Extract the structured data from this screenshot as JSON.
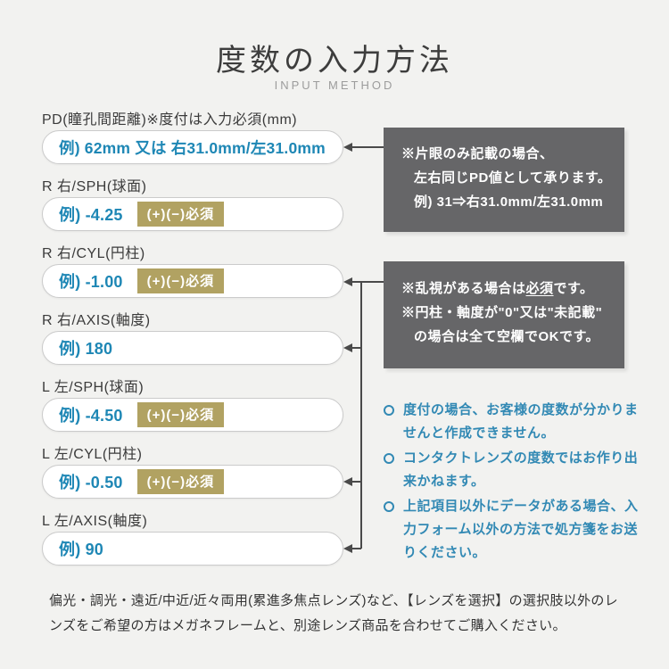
{
  "page": {
    "title": "度数の入力方法",
    "subtitle": "INPUT METHOD"
  },
  "fields": [
    {
      "label": "PD(瞳孔間距離)※度付は入力必須(mm)",
      "example": "例) 62mm 又は 右31.0mm/左31.0mm"
    },
    {
      "label": "R 右/SPH(球面)",
      "example": "例) -4.25",
      "badge": "(+)(−)必須"
    },
    {
      "label": "R 右/CYL(円柱)",
      "example": "例) -1.00",
      "badge": "(+)(−)必須"
    },
    {
      "label": "R 右/AXIS(軸度)",
      "example": "例) 180"
    },
    {
      "label": "L 左/SPH(球面)",
      "example": "例) -4.50",
      "badge": "(+)(−)必須"
    },
    {
      "label": "L 左/CYL(円柱)",
      "example": "例) -0.50",
      "badge": "(+)(−)必須"
    },
    {
      "label": "L 左/AXIS(軸度)",
      "example": "例) 90"
    }
  ],
  "callout_pd": {
    "line1": "※片眼のみ記載の場合、",
    "line2": "左右同じPD値として承ります。",
    "line3": "例) 31⇒右31.0mm/左31.0mm"
  },
  "callout_cyl_axis": {
    "line1_pre": "※乱視がある場合は",
    "line1_emphasis": "必須",
    "line1_post": "です。",
    "line2": "※円柱・軸度が\"0\"又は\"未記載\"",
    "line3": "の場合は全て空欄でOKです。"
  },
  "notes": [
    "度付の場合、お客様の度数が分かりませんと作成できません。",
    "コンタクトレンズの度数ではお作り出来かねます。",
    "上記項目以外にデータがある場合、入力フォーム以外の方法で処方箋をお送りください。"
  ],
  "footer": "偏光・調光・遠近/中近/近々両用(累進多焦点レンズ)など、【レンズを選択】の選択肢以外のレンズをご希望の方はメガネフレームと、別途レンズ商品を合わせてご購入ください。",
  "colors": {
    "accent_blue": "#1e87b5",
    "badge_gold": "#b1a262",
    "callout_gray": "#666668",
    "note_blue": "#3289b4",
    "background": "#f2f2f0",
    "arrow_gray": "#4a4a4a"
  }
}
